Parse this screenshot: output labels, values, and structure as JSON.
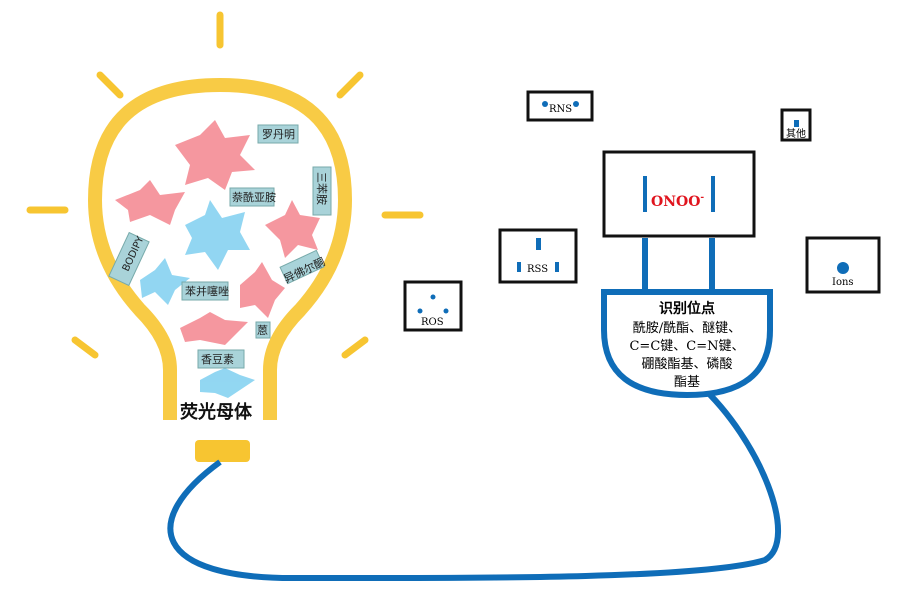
{
  "colors": {
    "bulb": "#f7c531",
    "plug": "#0f6db8",
    "red": "#f4868f",
    "blue": "#7fd0f0",
    "box": "#a9d3d9"
  },
  "bulb": {
    "title": "荧光母体",
    "fluorophores": [
      "罗丹明",
      "萘酰亚胺",
      "三苯胺",
      "BODIPY",
      "苯并噻唑",
      "异佛尔酮",
      "蒽",
      "香豆素"
    ]
  },
  "plug": {
    "title": "识别位点",
    "lines": [
      "酰胺/酰酯、醚键、",
      "C=C键、C=N键、",
      "硼酸酯基、磷酸",
      "酯基"
    ],
    "socket_label": "ONOO",
    "socket_sup": "-"
  },
  "analytes": {
    "rns": "RNS",
    "rss": "RSS",
    "ros": "ROS",
    "ions": "Ions",
    "other": "其他"
  }
}
